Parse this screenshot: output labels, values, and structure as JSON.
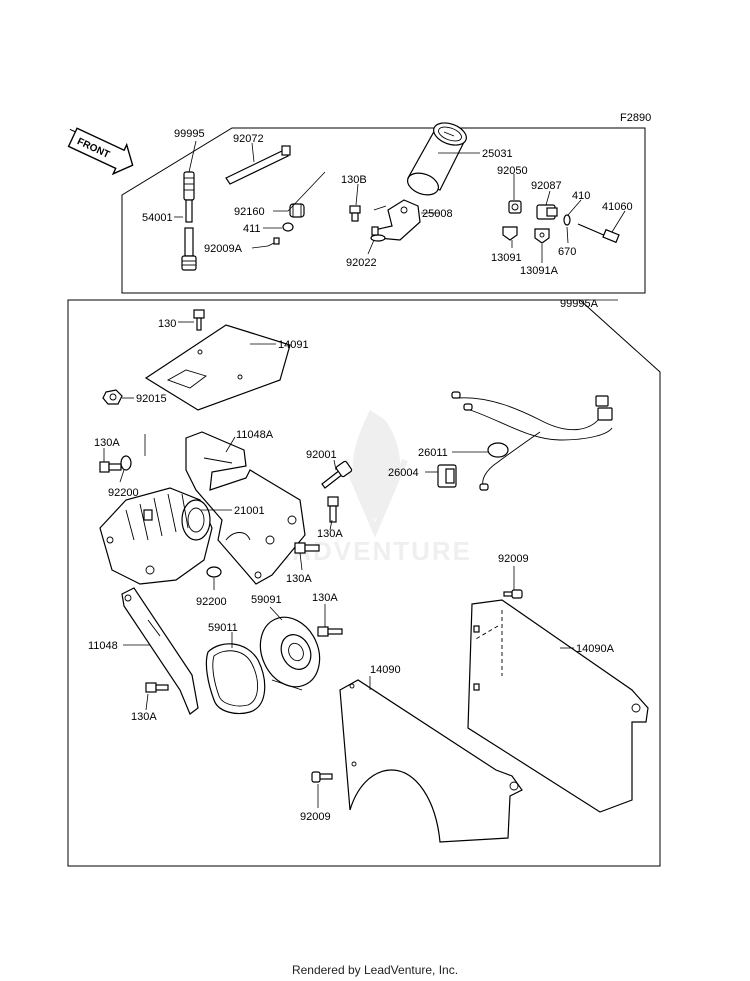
{
  "diagram": {
    "figure_code": "F2890",
    "front_label": "FRONT",
    "watermark": "LEADVENTURE",
    "callouts": {
      "c99995": "99995",
      "c92072": "92072",
      "c25031": "25031",
      "c130B": "130B",
      "c92050": "92050",
      "c92087": "92087",
      "c410": "410",
      "c41060": "41060",
      "c54001": "54001",
      "c92160": "92160",
      "c25008": "25008",
      "c411": "411",
      "c92009A": "92009A",
      "c92022": "92022",
      "c13091": "13091",
      "c670": "670",
      "c13091A": "13091A",
      "c99995A": "99995A",
      "c130": "130",
      "c14091": "14091",
      "c92015": "92015",
      "c11048A": "11048A",
      "c92001": "92001",
      "c26011": "26011",
      "c26004": "26004",
      "c130A_1": "130A",
      "c92200_1": "92200",
      "c21001": "21001",
      "c130A_2": "130A",
      "c130A_3": "130A",
      "c92200_2": "92200",
      "c59091": "59091",
      "c130A_4": "130A",
      "c92009_1": "92009",
      "c59011": "59011",
      "c14090A": "14090A",
      "c11048": "11048",
      "c14090": "14090",
      "c130A_5": "130A",
      "c92009_2": "92009"
    }
  },
  "footer": {
    "text": "Rendered by LeadVenture, Inc."
  }
}
